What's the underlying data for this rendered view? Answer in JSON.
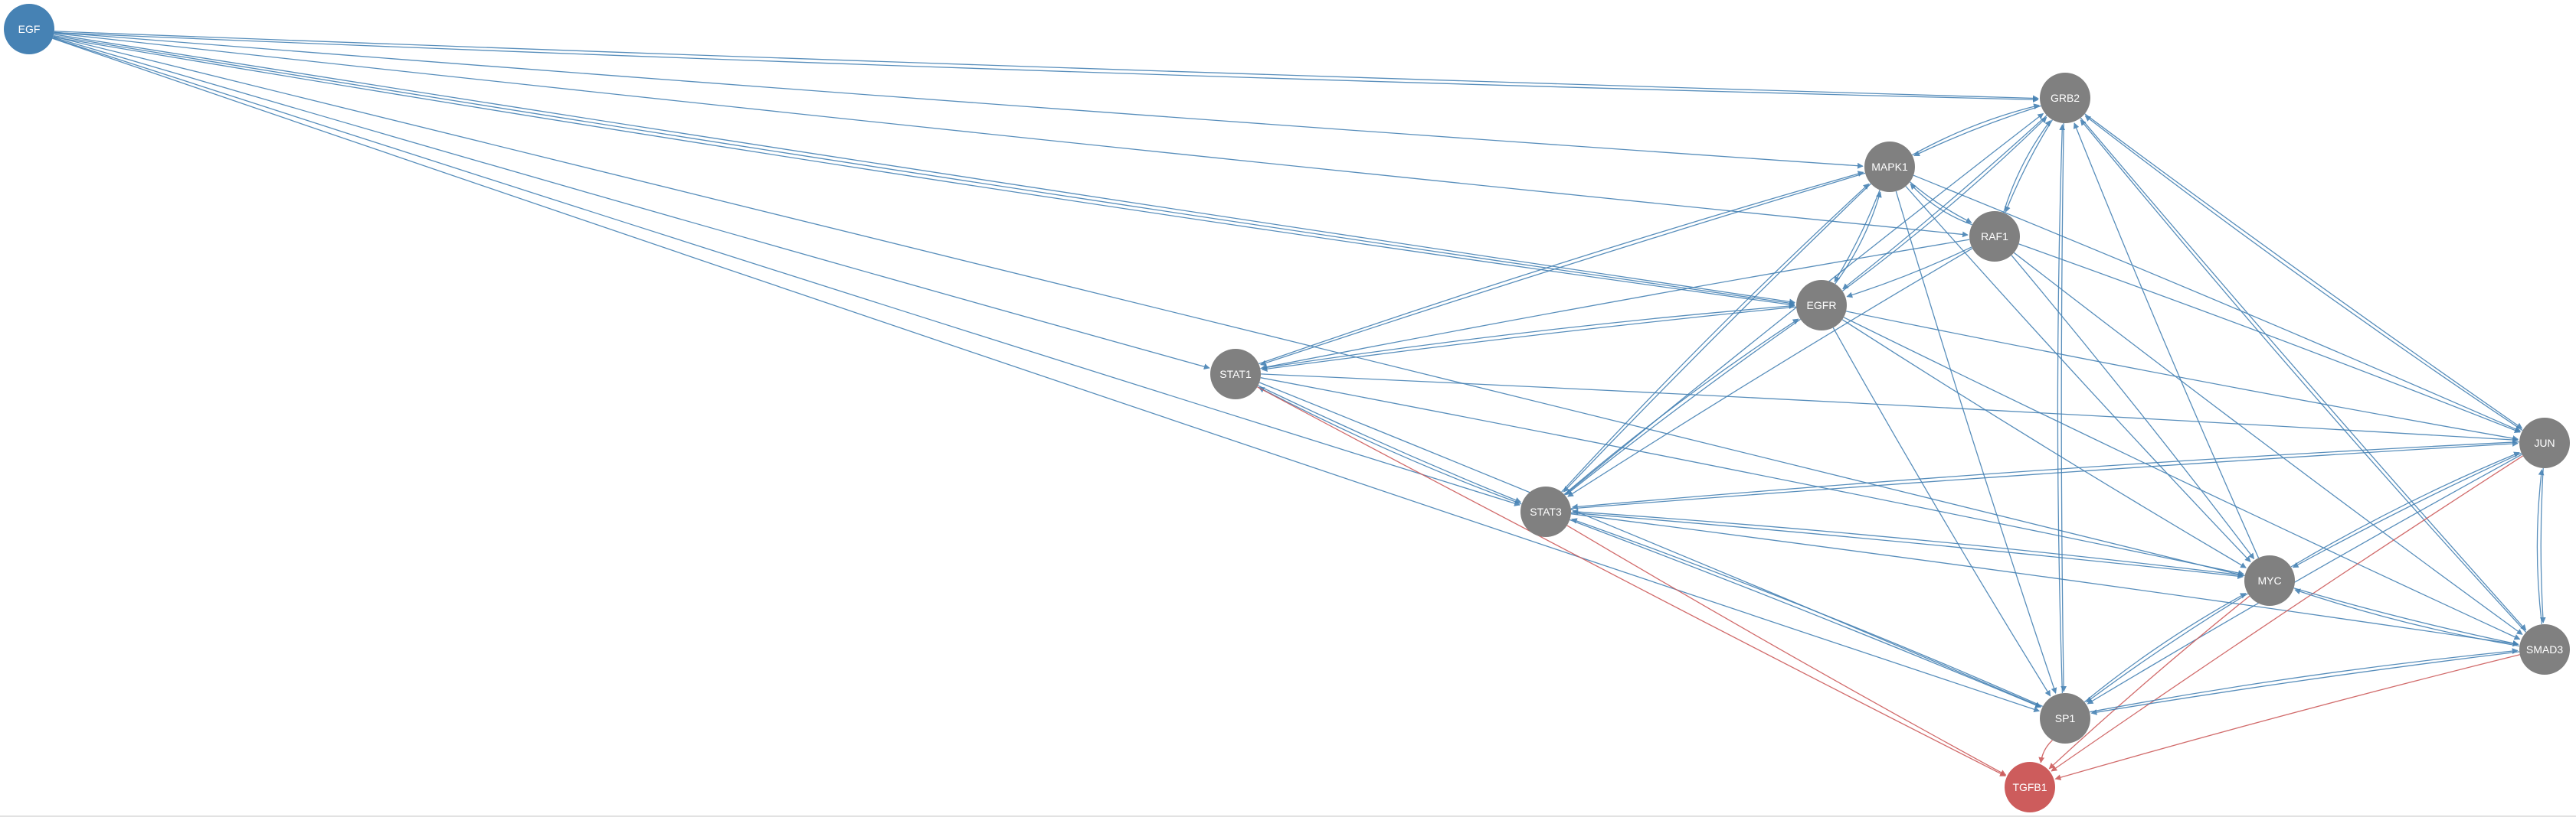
{
  "graph": {
    "colors": {
      "source_node": "#4682b4",
      "target_node": "#cd5c5c",
      "default_node": "#808080",
      "activation_edge": "#4682b4",
      "inhibition_edge": "#cd5c5c",
      "label": "#ffffff"
    },
    "nodes": [
      {
        "id": "EGF",
        "label": "EGF",
        "role": "source"
      },
      {
        "id": "GRB2",
        "label": "GRB2",
        "role": "default"
      },
      {
        "id": "MAPK1",
        "label": "MAPK1",
        "role": "default"
      },
      {
        "id": "RAF1",
        "label": "RAF1",
        "role": "default"
      },
      {
        "id": "EGFR",
        "label": "EGFR",
        "role": "default"
      },
      {
        "id": "STAT1",
        "label": "STAT1",
        "role": "default"
      },
      {
        "id": "STAT3",
        "label": "STAT3",
        "role": "default"
      },
      {
        "id": "JUN",
        "label": "JUN",
        "role": "default"
      },
      {
        "id": "MYC",
        "label": "MYC",
        "role": "default"
      },
      {
        "id": "SMAD3",
        "label": "SMAD3",
        "role": "default"
      },
      {
        "id": "SP1",
        "label": "SP1",
        "role": "default"
      },
      {
        "id": "TGFB1",
        "label": "TGFB1",
        "role": "target"
      }
    ],
    "edges": [
      {
        "source": "EGF",
        "target": "GRB2",
        "type": "activation"
      },
      {
        "source": "EGF",
        "target": "GRB2",
        "type": "activation"
      },
      {
        "source": "EGF",
        "target": "MAPK1",
        "type": "activation"
      },
      {
        "source": "EGF",
        "target": "RAF1",
        "type": "activation"
      },
      {
        "source": "EGF",
        "target": "EGFR",
        "type": "activation"
      },
      {
        "source": "EGF",
        "target": "EGFR",
        "type": "activation"
      },
      {
        "source": "EGF",
        "target": "EGFR",
        "type": "activation"
      },
      {
        "source": "EGF",
        "target": "STAT1",
        "type": "activation"
      },
      {
        "source": "EGF",
        "target": "STAT3",
        "type": "activation"
      },
      {
        "source": "EGF",
        "target": "MYC",
        "type": "activation"
      },
      {
        "source": "EGF",
        "target": "SP1",
        "type": "activation"
      },
      {
        "source": "GRB2",
        "target": "MAPK1",
        "type": "activation"
      },
      {
        "source": "MAPK1",
        "target": "GRB2",
        "type": "activation"
      },
      {
        "source": "GRB2",
        "target": "RAF1",
        "type": "activation"
      },
      {
        "source": "RAF1",
        "target": "GRB2",
        "type": "activation"
      },
      {
        "source": "GRB2",
        "target": "EGFR",
        "type": "activation"
      },
      {
        "source": "EGFR",
        "target": "GRB2",
        "type": "activation"
      },
      {
        "source": "GRB2",
        "target": "SP1",
        "type": "activation"
      },
      {
        "source": "SP1",
        "target": "GRB2",
        "type": "activation"
      },
      {
        "source": "GRB2",
        "target": "JUN",
        "type": "activation"
      },
      {
        "source": "JUN",
        "target": "GRB2",
        "type": "activation"
      },
      {
        "source": "GRB2",
        "target": "SMAD3",
        "type": "activation"
      },
      {
        "source": "SMAD3",
        "target": "GRB2",
        "type": "activation"
      },
      {
        "source": "MYC",
        "target": "GRB2",
        "type": "activation"
      },
      {
        "source": "STAT3",
        "target": "GRB2",
        "type": "activation"
      },
      {
        "source": "MAPK1",
        "target": "RAF1",
        "type": "activation"
      },
      {
        "source": "RAF1",
        "target": "MAPK1",
        "type": "activation"
      },
      {
        "source": "MAPK1",
        "target": "EGFR",
        "type": "activation"
      },
      {
        "source": "EGFR",
        "target": "MAPK1",
        "type": "activation"
      },
      {
        "source": "MAPK1",
        "target": "STAT1",
        "type": "activation"
      },
      {
        "source": "STAT1",
        "target": "MAPK1",
        "type": "activation"
      },
      {
        "source": "MAPK1",
        "target": "STAT3",
        "type": "activation"
      },
      {
        "source": "STAT3",
        "target": "MAPK1",
        "type": "activation"
      },
      {
        "source": "MAPK1",
        "target": "SP1",
        "type": "activation"
      },
      {
        "source": "MAPK1",
        "target": "JUN",
        "type": "activation"
      },
      {
        "source": "MAPK1",
        "target": "MYC",
        "type": "activation"
      },
      {
        "source": "RAF1",
        "target": "EGFR",
        "type": "activation"
      },
      {
        "source": "RAF1",
        "target": "STAT1",
        "type": "activation"
      },
      {
        "source": "RAF1",
        "target": "STAT3",
        "type": "activation"
      },
      {
        "source": "RAF1",
        "target": "MYC",
        "type": "activation"
      },
      {
        "source": "RAF1",
        "target": "SMAD3",
        "type": "activation"
      },
      {
        "source": "RAF1",
        "target": "JUN",
        "type": "activation"
      },
      {
        "source": "EGFR",
        "target": "STAT1",
        "type": "activation"
      },
      {
        "source": "STAT1",
        "target": "EGFR",
        "type": "activation"
      },
      {
        "source": "EGFR",
        "target": "STAT3",
        "type": "activation"
      },
      {
        "source": "STAT3",
        "target": "EGFR",
        "type": "activation"
      },
      {
        "source": "EGFR",
        "target": "JUN",
        "type": "activation"
      },
      {
        "source": "EGFR",
        "target": "MYC",
        "type": "activation"
      },
      {
        "source": "EGFR",
        "target": "SP1",
        "type": "activation"
      },
      {
        "source": "EGFR",
        "target": "SMAD3",
        "type": "activation"
      },
      {
        "source": "STAT1",
        "target": "STAT3",
        "type": "activation"
      },
      {
        "source": "STAT3",
        "target": "STAT1",
        "type": "activation"
      },
      {
        "source": "STAT1",
        "target": "JUN",
        "type": "activation"
      },
      {
        "source": "STAT1",
        "target": "MYC",
        "type": "activation"
      },
      {
        "source": "STAT1",
        "target": "SP1",
        "type": "activation"
      },
      {
        "source": "STAT1",
        "target": "TGFB1",
        "type": "inhibition"
      },
      {
        "source": "STAT3",
        "target": "JUN",
        "type": "activation"
      },
      {
        "source": "JUN",
        "target": "STAT3",
        "type": "activation"
      },
      {
        "source": "STAT3",
        "target": "MYC",
        "type": "activation"
      },
      {
        "source": "MYC",
        "target": "STAT3",
        "type": "activation"
      },
      {
        "source": "STAT3",
        "target": "SP1",
        "type": "activation"
      },
      {
        "source": "SP1",
        "target": "STAT3",
        "type": "activation"
      },
      {
        "source": "STAT3",
        "target": "SMAD3",
        "type": "activation"
      },
      {
        "source": "STAT3",
        "target": "TGFB1",
        "type": "inhibition"
      },
      {
        "source": "JUN",
        "target": "MYC",
        "type": "activation"
      },
      {
        "source": "MYC",
        "target": "JUN",
        "type": "activation"
      },
      {
        "source": "JUN",
        "target": "SMAD3",
        "type": "activation"
      },
      {
        "source": "SMAD3",
        "target": "JUN",
        "type": "activation"
      },
      {
        "source": "JUN",
        "target": "SP1",
        "type": "activation"
      },
      {
        "source": "JUN",
        "target": "TGFB1",
        "type": "inhibition"
      },
      {
        "source": "MYC",
        "target": "SMAD3",
        "type": "activation"
      },
      {
        "source": "SMAD3",
        "target": "MYC",
        "type": "activation"
      },
      {
        "source": "MYC",
        "target": "SP1",
        "type": "activation"
      },
      {
        "source": "SP1",
        "target": "MYC",
        "type": "activation"
      },
      {
        "source": "MYC",
        "target": "TGFB1",
        "type": "inhibition"
      },
      {
        "source": "SMAD3",
        "target": "SP1",
        "type": "activation"
      },
      {
        "source": "SP1",
        "target": "SMAD3",
        "type": "activation"
      },
      {
        "source": "SMAD3",
        "target": "TGFB1",
        "type": "inhibition"
      },
      {
        "source": "SP1",
        "target": "TGFB1",
        "type": "inhibition"
      }
    ]
  }
}
